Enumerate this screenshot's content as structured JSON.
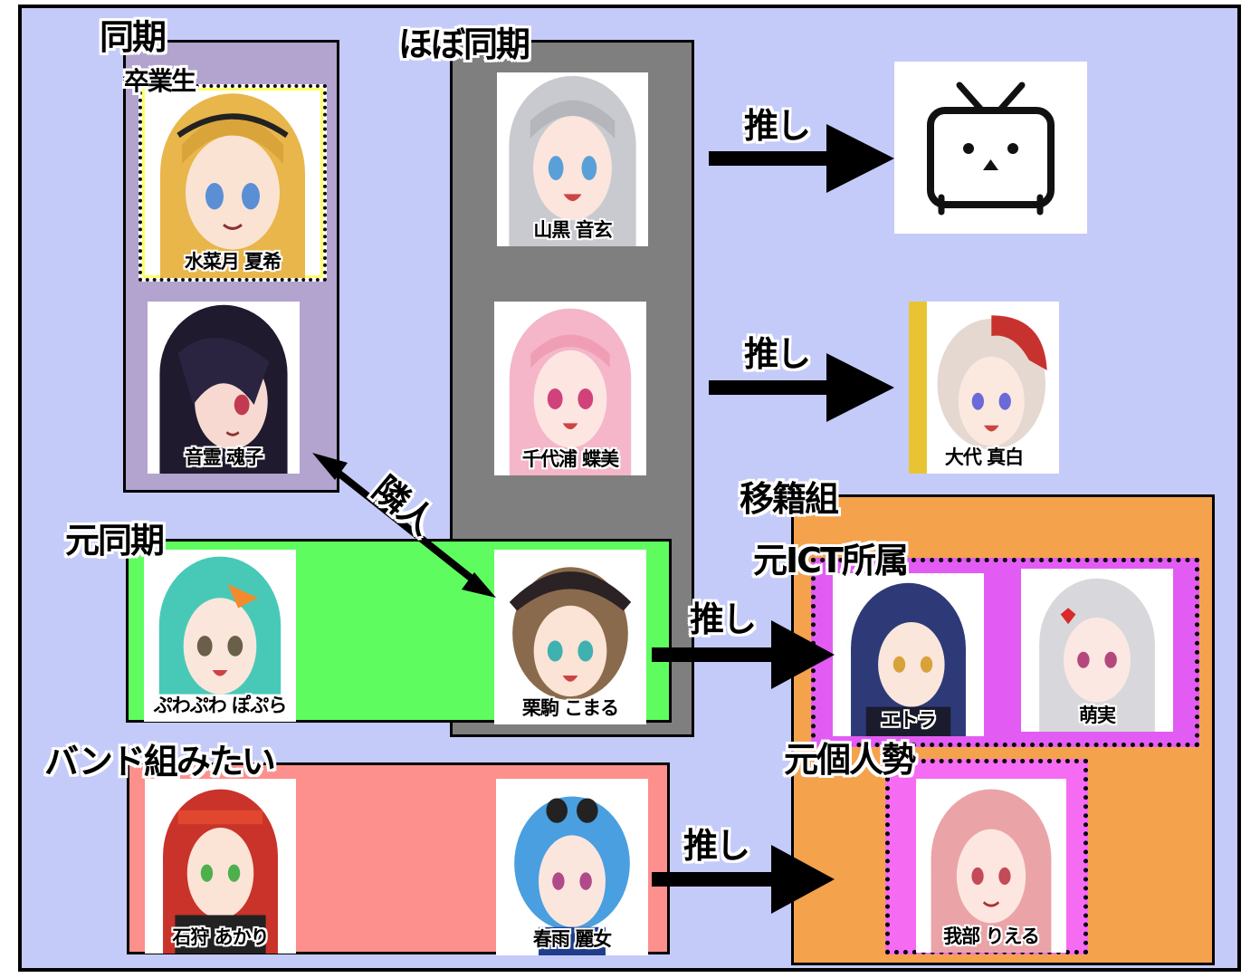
{
  "groups": {
    "douki": "同期",
    "sotsugyousei": "卒業生",
    "hobo_douki": "ほぼ同期",
    "moto_douki": "元同期",
    "band": "バンド組みたい",
    "iseki": "移籍組",
    "moto_ict": "元ICT所属",
    "moto_kojin": "元個人勢"
  },
  "relations": {
    "oshi": "推し",
    "rinjin": "隣人"
  },
  "people": {
    "mizunatsuki": "水菜月 夏希",
    "otama": "音霊 魂子",
    "yamaguro": "山黒 音玄",
    "chiyoura": "千代浦 蝶美",
    "puwapuwa": "ぷわぷわ ぽぷら",
    "kurikoma": "栗駒 こまる",
    "ishikari": "石狩 あかり",
    "harusame": "春雨 麗女",
    "ooshiro": "大代 真白",
    "etora": "エトラ",
    "moemi": "萌実",
    "gabu": "我部 りえる"
  },
  "colors": {
    "background": "#c5cbf9",
    "douki": "#b3a3cf",
    "hobo_douki": "#7f7f7f",
    "moto_douki": "#5ffc5f",
    "band": "#fd8f8d",
    "iseki": "#f5a24d",
    "moto_ict": "#e25cf4",
    "moto_kojin": "#f56bf2",
    "sotsugyousei_border": "#ffff66"
  }
}
